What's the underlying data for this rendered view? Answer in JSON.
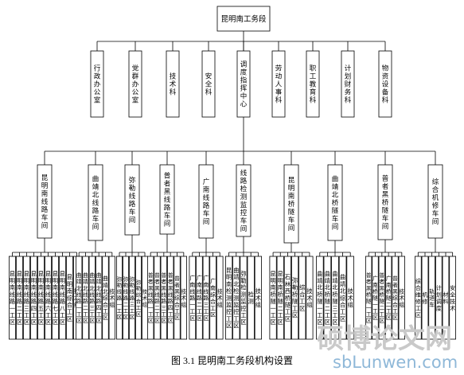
{
  "root": "昆明南工务段",
  "departments": [
    "行政办公室",
    "党群办公室",
    "技术科",
    "安全科",
    "调度指挥中心",
    "劳动人事科",
    "职工教育科",
    "计划财务科",
    "物资设备科"
  ],
  "workshops": [
    {
      "label": "昆明南线路车间",
      "teams": [
        "昆明南线路一工区",
        "昆明南线路二工区",
        "昆明南线路三工区",
        "昆明南线路四工区",
        "昆明南线路五工区",
        "昆明南线路六工区",
        "昆明南线路七工区",
        "昆明南线路八工区",
        "昆明南综合工区",
        "技术组"
      ]
    },
    {
      "label": "曲靖北线路车间",
      "teams": [
        "曲靖北线路一工区",
        "曲靖北线路二工区",
        "曲靖北线路三工区",
        "曲靖北线路四工区",
        "曲靖北综合工区",
        "技术组"
      ]
    },
    {
      "label": "弥勒线路车间",
      "teams": [
        "弥勒线路一工区",
        "弥勒线路二工区",
        "弥勒线路三工区",
        "弥勒综合工区",
        "技术组"
      ]
    },
    {
      "label": "普者黑线路车间",
      "teams": [
        "普者黑线路一工区",
        "普者黑线路二工区",
        "普者黑线路三工区",
        "普者黑线路四工区",
        "普者黑综合工区",
        "技术组"
      ]
    },
    {
      "label": "广南线路车间",
      "teams": [
        "广南线路一工区",
        "广南线路二工区",
        "广南线路三工区",
        "广南综合工区",
        "技术组"
      ]
    },
    {
      "label": "线路检测监控车间",
      "teams": [
        "昆明南检测监控工区",
        "曲靖北检测监控工区",
        "弥勒检测监控工区",
        "检测",
        "技术组"
      ]
    },
    {
      "label": "昆明南桥隧车间",
      "teams": [
        "昆明南桥隧一工区",
        "昆明南桥隧二工区",
        "石林西桥隧工区",
        "弥勒桥隧工区",
        "综合工区",
        "技术组"
      ]
    },
    {
      "label": "曲靖北桥隧车间",
      "teams": [
        "曲靖北桥隧一工区",
        "曲靖北桥隧二工区",
        "曲靖北桥隧三工区",
        "曲靖北综合工区",
        "技术组"
      ]
    },
    {
      "label": "普者黑桥隧车间",
      "teams": [
        "普者黑桥隧一工区",
        "广南桥隧一工区",
        "普者黑桥隧二工区",
        "广南桥隧二工区",
        "普者黑综合工区",
        "技术组"
      ]
    },
    {
      "label": "综合机修车间",
      "teams": [
        "综合维修工区",
        "机修",
        "轨道车",
        "计划调度",
        "材料",
        "安全技术"
      ]
    }
  ],
  "caption": "图 3.1 昆明南工务段机构设置",
  "watermark": {
    "cn": "硕博论文网",
    "url": "sbLunwen.com"
  }
}
